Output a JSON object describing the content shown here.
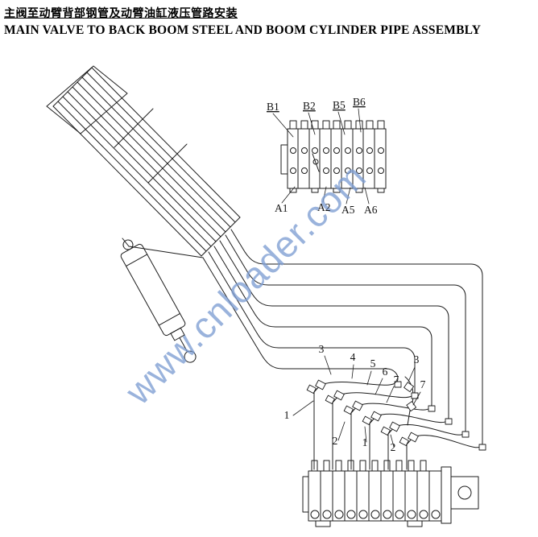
{
  "header": {
    "title_zh": "主阀至动臂背部钢管及动臂油缸液压管路安装",
    "title_en": "MAIN VALVE TO BACK BOOM STEEL AND BOOM CYLINDER PIPE ASSEMBLY"
  },
  "watermark": {
    "text": "www.cnloader.com",
    "color": "#7e9ed2"
  },
  "diagram": {
    "line_color": "#1c1c1c",
    "valve_detail": {
      "top_labels": [
        "B1",
        "B2",
        "B5",
        "B6"
      ],
      "bottom_labels": [
        "A1",
        "A2",
        "A5",
        "A6"
      ]
    },
    "callouts": [
      "3",
      "4",
      "5",
      "6",
      "7",
      "3",
      "7",
      "1",
      "2",
      "1",
      "2"
    ]
  }
}
